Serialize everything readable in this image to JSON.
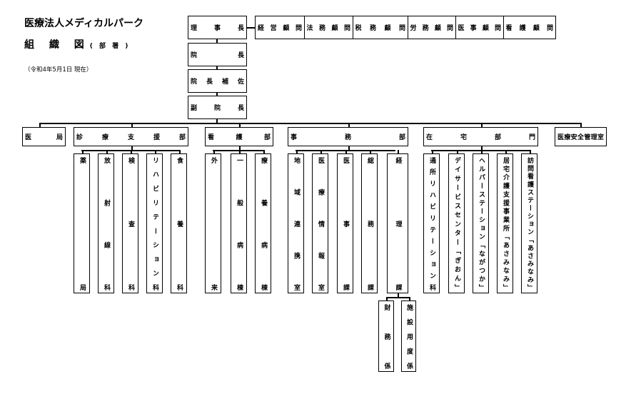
{
  "header": {
    "org_name": "医療法人メディカルパーク",
    "chart_title": "組 織 図",
    "chart_subtitle": "( 部 署 )",
    "as_of": "（令和4年5月1日  現在）"
  },
  "executives": [
    "理事長",
    "院長",
    "院長補佐",
    "副院長"
  ],
  "advisors": [
    "経営顧問",
    "法務顧問",
    "税務顧問",
    "労務顧問",
    "医事顧問",
    "看護顧問"
  ],
  "departments": [
    {
      "name": "医局",
      "units": []
    },
    {
      "name": "診療支援部",
      "units": [
        "薬局",
        "放射線科",
        "検査科",
        "リハビリテーション科",
        "食養科"
      ]
    },
    {
      "name": "看護部",
      "units": [
        "外来",
        "一般病棟",
        "療養病棟"
      ]
    },
    {
      "name": "事務部",
      "units": [
        "地域連携室",
        "医療情報室",
        "医事課",
        "総務課",
        "経理課"
      ]
    },
    {
      "name": "在宅部門",
      "units": [
        "通所リハビリテーション科",
        "デイサービスセンター「ぎおん」",
        "ヘルパーステーション「ながつか」",
        "居宅介護支援事業所「あさみなみ」",
        "訪問看護ステーション「あさみなみ」"
      ]
    },
    {
      "name": "医療安全管理室",
      "units": []
    }
  ],
  "accounting_sections": [
    "財務係",
    "施設用度係"
  ]
}
